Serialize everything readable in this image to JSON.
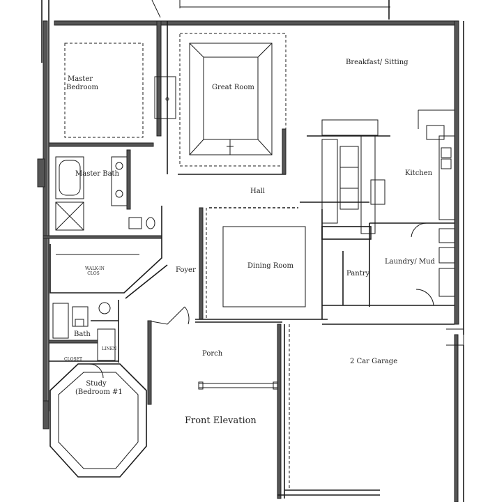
{
  "rooms": {
    "master_bedroom": [
      "Master",
      "Bedroom"
    ],
    "great_room": "Great Room",
    "breakfast_sitting": "Breakfast/ Sitting",
    "master_bath": "Master Bath",
    "kitchen": "Kitchen",
    "hall": "Hall",
    "foyer": "Foyer",
    "dining_room": "Dining Room",
    "pantry": "Pantry",
    "laundry_mud": "Laundry/ Mud",
    "bath": "Bath",
    "porch": "Porch",
    "garage": "2 Car Garage",
    "study": [
      "Study",
      "(Bedroom #1"
    ],
    "front_elevation": "Front Elevation",
    "walk_in_closet": [
      "WALK-IN",
      "CLOS"
    ],
    "closet": "CLOSET",
    "linen": "LINEN"
  }
}
